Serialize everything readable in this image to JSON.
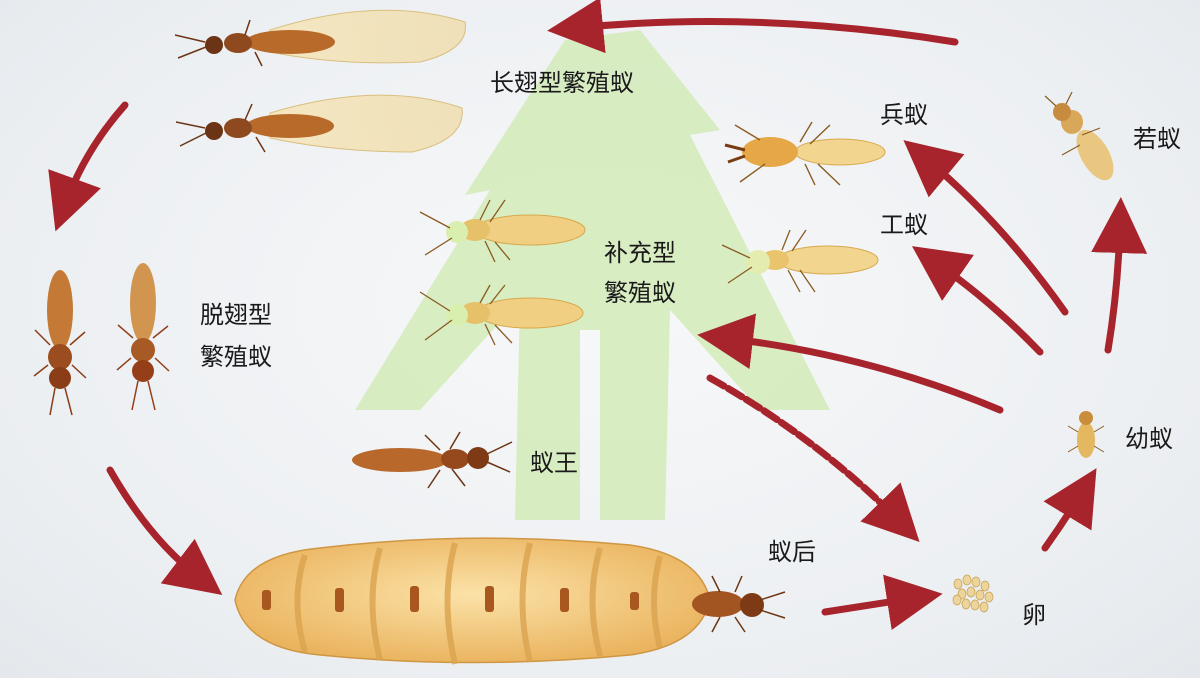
{
  "labels": {
    "winged": "长翅型繁殖蚁",
    "soldier": "兵蚁",
    "nymph": "若蚁",
    "worker": "工蚁",
    "supplementary_1": "补充型",
    "supplementary_2": "繁殖蚁",
    "dealate_1": "脱翅型",
    "dealate_2": "繁殖蚁",
    "king": "蚁王",
    "larva": "幼蚁",
    "queen": "蚁后",
    "egg": "卵"
  },
  "colors": {
    "background": "#eef1f4",
    "arrow": "#a8242c",
    "big_arrow": "#cfe9b0",
    "insect_pale": "#f0cf82",
    "insect_dark": "#a65a22",
    "queen_body": "#f3c673"
  }
}
